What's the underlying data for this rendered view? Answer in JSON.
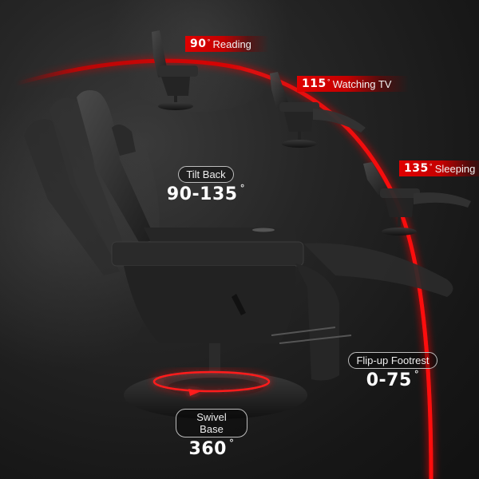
{
  "colors": {
    "accent_red": "#e00000",
    "background": "#1a1a1a",
    "text": "#ffffff",
    "pill_border": "#bdbdbd"
  },
  "recline_positions": [
    {
      "angle": "90",
      "degree_symbol": "°",
      "label": "Reading"
    },
    {
      "angle": "115",
      "degree_symbol": "°",
      "label": "Watching TV"
    },
    {
      "angle": "135",
      "degree_symbol": "°",
      "label": "Sleeping"
    }
  ],
  "features": {
    "tilt_back": {
      "label": "Tilt Back",
      "value": "90-135",
      "unit": "°"
    },
    "footrest": {
      "label": "Flip-up Footrest",
      "value": "0-75",
      "unit": "°"
    },
    "swivel": {
      "label": "Swivel Base",
      "value": "360",
      "unit": "°"
    }
  }
}
